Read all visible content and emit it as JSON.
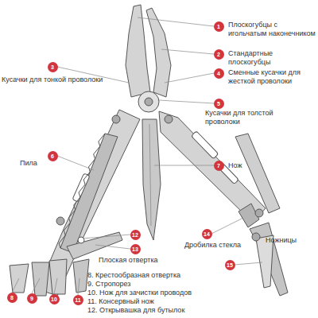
{
  "diagram": {
    "nodes": [
      {
        "text": [
          "1"
        ]
      },
      {
        "text": [
          "2"
        ]
      },
      {
        "text": [
          "3"
        ]
      },
      {
        "text": [
          "4"
        ]
      },
      {
        "text": [
          "5"
        ]
      },
      {
        "text": [
          "6"
        ]
      },
      {
        "text": [
          "7"
        ]
      },
      {
        "text": [
          "12"
        ]
      },
      {
        "text": [
          "14"
        ]
      },
      {
        "text": [
          "13"
        ]
      },
      {
        "text": [
          "15"
        ]
      },
      {
        "text": [
          "8"
        ]
      },
      {
        "text": [
          "9"
        ]
      },
      {
        "text": [
          "10"
        ]
      },
      {
        "text": [
          "11"
        ]
      }
    ],
    "labels": [
      "Плоскогубцы с игольчатым наконечником",
      "Стандартные плоскогубцы",
      "Кусачки для тонкой проволоки",
      "Сменные кусачки для жесткой проволоки",
      "Кусачки для толстой проволоки",
      "Пила",
      "Нож",
      "Дробилка стекла",
      "Плоская отвертка",
      "Ножницы",
      "8. Крестообразная отвертка",
      "9. Стропорез",
      "10. Нож для зачистки проводов",
      "11. Консервный нож",
      "12. Открывашка для бутылок"
    ]
  }
}
